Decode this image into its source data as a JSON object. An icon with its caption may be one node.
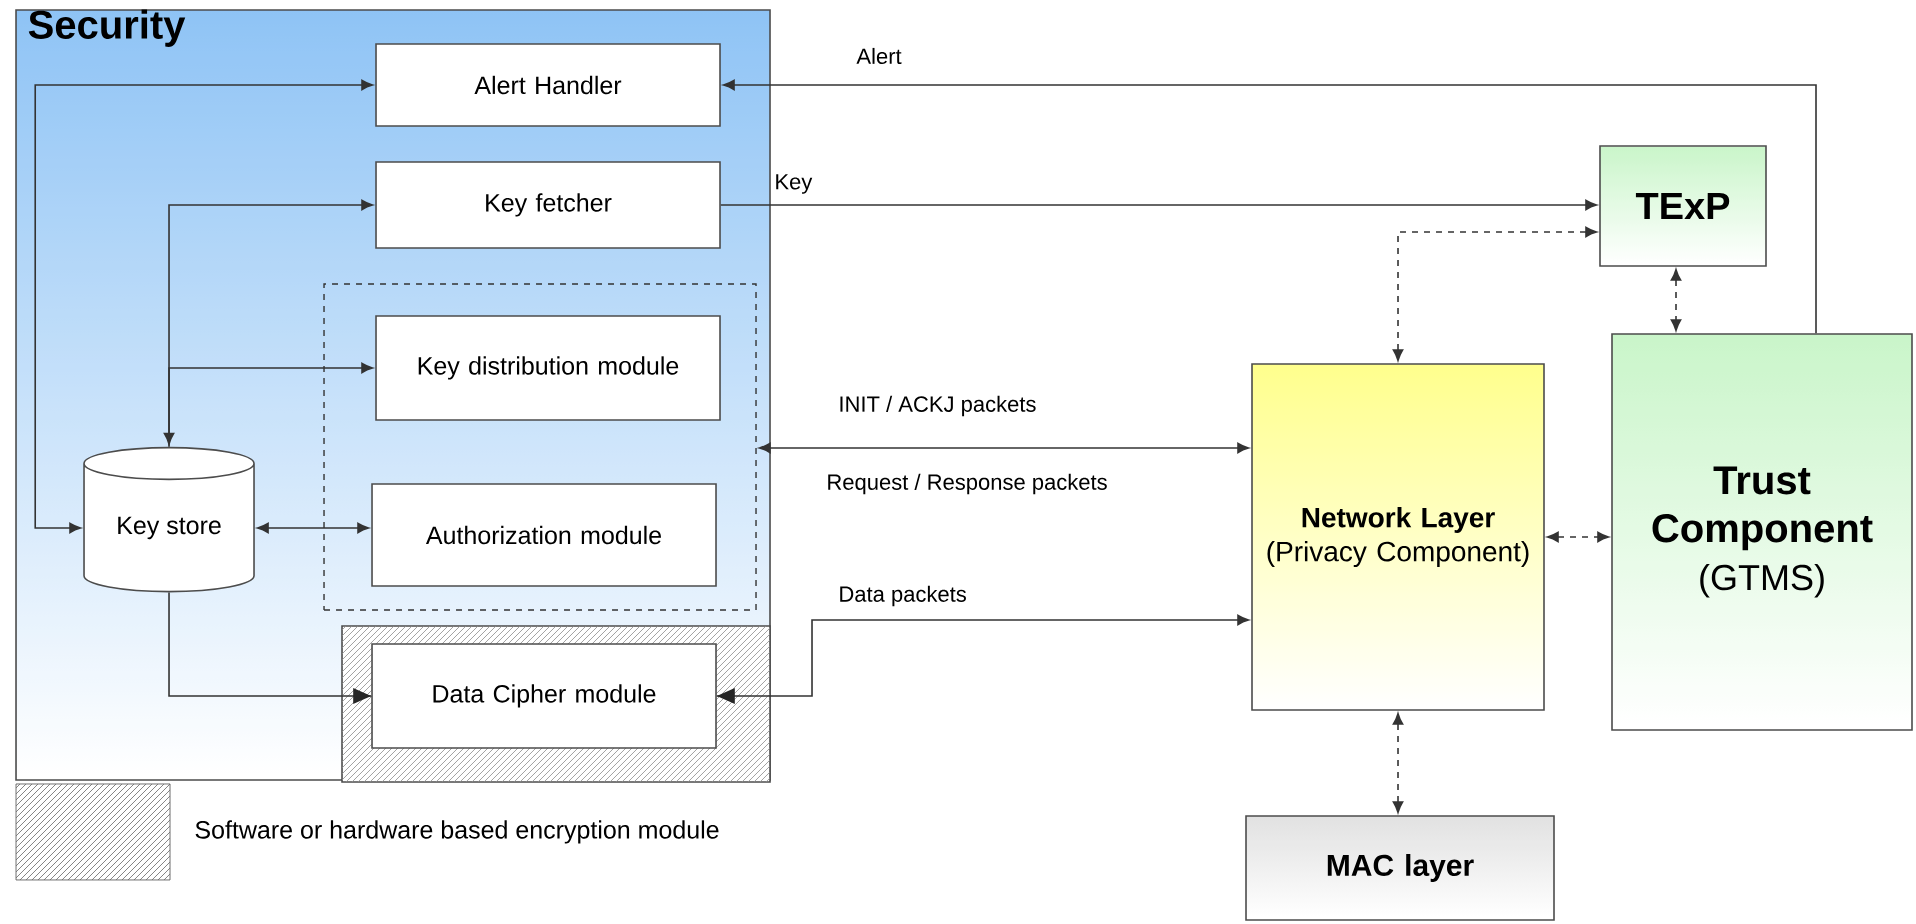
{
  "diagram": {
    "nodes": [
      {
        "text": [
          "Security"
        ]
      },
      {
        "text": [
          "Alert Handler"
        ],
        "in": 0
      },
      {
        "text": [
          "Key fetcher"
        ],
        "in": 0
      },
      {
        "text": [],
        "shape": "box",
        "in": 0
      },
      {
        "text": [
          "Key distribution module"
        ],
        "in": 3
      },
      {
        "text": [
          "Authorization module"
        ],
        "in": 3
      },
      {
        "text": [
          "Key store"
        ],
        "in": 0
      },
      {
        "text": [],
        "shape": "box",
        "in": 0
      },
      {
        "text": [
          "Data Cipher module"
        ],
        "in": 7
      },
      {
        "text": [
          "TExP"
        ]
      },
      {
        "text": [
          "Network Layer",
          "(Privacy Component)"
        ]
      },
      {
        "text": [
          "Trust Component",
          "(GTMS)"
        ]
      },
      {
        "text": [
          "MAC layer"
        ]
      }
    ],
    "edges": [
      {
        "from": 11,
        "to": 1,
        "arrow": "to",
        "label": "Alert"
      },
      {
        "from": 2,
        "to": 9,
        "arrow": "to",
        "label": "Key"
      },
      {
        "from": 6,
        "to": 1,
        "arrow": "both"
      },
      {
        "from": 6,
        "to": 2,
        "arrow": "both"
      },
      {
        "from": 6,
        "to": 4,
        "arrow": "to"
      },
      {
        "from": 6,
        "to": 5,
        "arrow": "both"
      },
      {
        "from": 6,
        "to": 8,
        "arrow": "to"
      },
      {
        "from": 10,
        "to": 3,
        "arrow": "both",
        "label": "INIT / ACKJ packets"
      },
      {
        "from": 10,
        "to": 8,
        "arrow": "both",
        "label": "Data packets"
      },
      {
        "from": 10,
        "to": 9,
        "arrow": "both",
        "style": "dashed"
      },
      {
        "from": 9,
        "to": 11,
        "arrow": "both",
        "style": "dashed"
      },
      {
        "from": 10,
        "to": 11,
        "arrow": "both",
        "style": "dashed"
      },
      {
        "from": 10,
        "to": 12,
        "arrow": "both",
        "style": "dashed"
      }
    ],
    "labels": [
      "Request / Response packets"
    ],
    "legend": [
      {
        "text": "Software or hardware based encryption module"
      }
    ]
  }
}
